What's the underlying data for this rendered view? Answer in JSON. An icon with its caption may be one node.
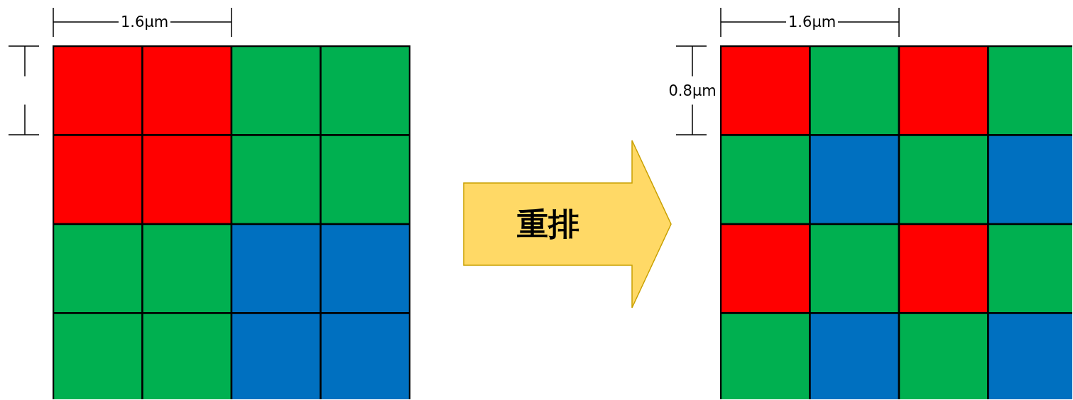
{
  "diagram": {
    "nodes": [
      {
        "text": [],
        "shape": "box"
      },
      {
        "text": [],
        "shape": "box"
      }
    ],
    "edges": [
      {
        "from": 0,
        "to": 1,
        "arrow": "to",
        "label": "重排"
      }
    ],
    "labels": [
      "1.6μm",
      "1.6μm",
      "0.8μm"
    ]
  }
}
